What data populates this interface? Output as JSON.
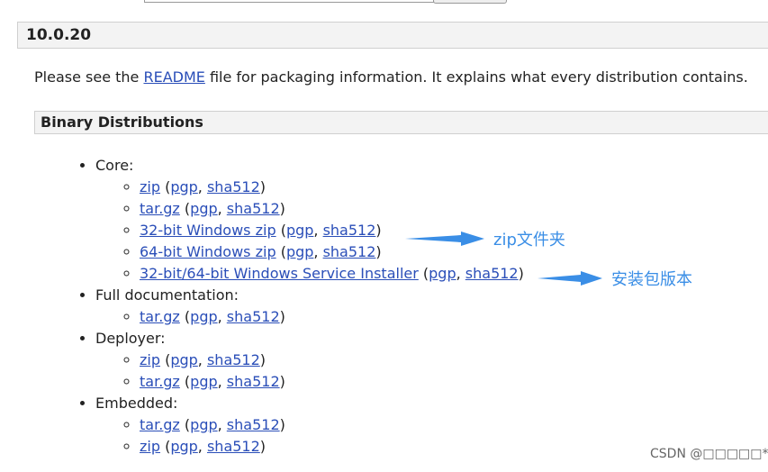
{
  "version": {
    "title": "10.0.20"
  },
  "intro": {
    "before": "Please see the ",
    "link": "README",
    "after": " file for packaging information. It explains what every distribution contains."
  },
  "section": {
    "title": "Binary Distributions"
  },
  "groups": [
    {
      "label": "Core:",
      "items": [
        {
          "main": "zip",
          "pgp": "pgp",
          "sha": "sha512"
        },
        {
          "main": "tar.gz",
          "pgp": "pgp",
          "sha": "sha512"
        },
        {
          "main": "32-bit Windows zip",
          "pgp": "pgp",
          "sha": "sha512"
        },
        {
          "main": "64-bit Windows zip",
          "pgp": "pgp",
          "sha": "sha512"
        },
        {
          "main": "32-bit/64-bit Windows Service Installer",
          "pgp": "pgp",
          "sha": "sha512"
        }
      ]
    },
    {
      "label": "Full documentation:",
      "items": [
        {
          "main": "tar.gz",
          "pgp": "pgp",
          "sha": "sha512"
        }
      ]
    },
    {
      "label": "Deployer:",
      "items": [
        {
          "main": "zip",
          "pgp": "pgp",
          "sha": "sha512"
        },
        {
          "main": "tar.gz",
          "pgp": "pgp",
          "sha": "sha512"
        }
      ]
    },
    {
      "label": "Embedded:",
      "items": [
        {
          "main": "tar.gz",
          "pgp": "pgp",
          "sha": "sha512"
        },
        {
          "main": "zip",
          "pgp": "pgp",
          "sha": "sha512"
        }
      ]
    }
  ],
  "annotations": {
    "zip_note": "zip文件夹",
    "installer_note": "安装包版本",
    "color": "#3a8ee6"
  },
  "watermark": "CSDN @□□□□□*",
  "colors": {
    "link": "#2a4eb8",
    "bar": "#f3f3f3"
  }
}
